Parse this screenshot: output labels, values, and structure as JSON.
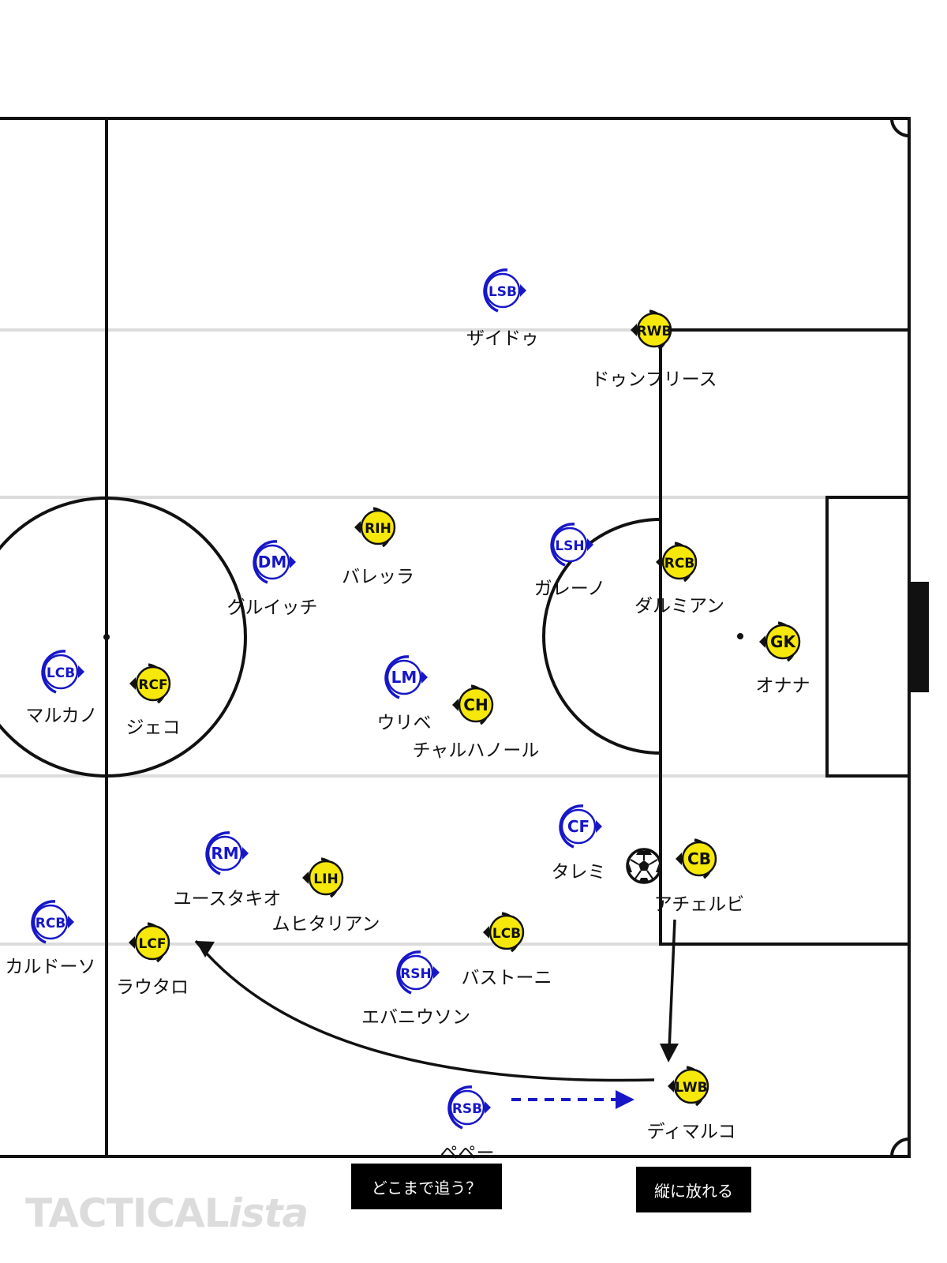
{
  "colors": {
    "blue": "#1717c8",
    "yellow": "#f5e80a",
    "line": "#111111",
    "lane": "#dcdcdc"
  },
  "players": [
    {
      "team": "blue",
      "role": "LSB",
      "name": "ザイドゥ"
    },
    {
      "team": "yellow",
      "role": "RWB",
      "name": "ドゥンフリース"
    },
    {
      "team": "yellow",
      "role": "RIH",
      "name": "バレッラ"
    },
    {
      "team": "blue",
      "role": "DM",
      "name": "グルイッチ"
    },
    {
      "team": "blue",
      "role": "LSH",
      "name": "ガレーノ"
    },
    {
      "team": "yellow",
      "role": "RCB",
      "name": "ダルミアン"
    },
    {
      "team": "yellow",
      "role": "GK",
      "name": "オナナ"
    },
    {
      "team": "blue",
      "role": "LCB",
      "name": "マルカノ"
    },
    {
      "team": "yellow",
      "role": "RCF",
      "name": "ジェコ"
    },
    {
      "team": "blue",
      "role": "LM",
      "name": "ウリベ"
    },
    {
      "team": "yellow",
      "role": "CH",
      "name": "チャルハノール"
    },
    {
      "team": "blue",
      "role": "CF",
      "name": "タレミ"
    },
    {
      "team": "yellow",
      "role": "CB",
      "name": "アチェルビ"
    },
    {
      "team": "blue",
      "role": "RM",
      "name": "ユースタキオ"
    },
    {
      "team": "yellow",
      "role": "LIH",
      "name": "ムヒタリアン"
    },
    {
      "team": "blue",
      "role": "RCB",
      "name": "カルドーソ"
    },
    {
      "team": "yellow",
      "role": "LCF",
      "name": "ラウタロ"
    },
    {
      "team": "yellow",
      "role": "LCB",
      "name": "バストーニ"
    },
    {
      "team": "blue",
      "role": "RSH",
      "name": "エバニウソン"
    },
    {
      "team": "yellow",
      "role": "LWB",
      "name": "ディマルコ"
    },
    {
      "team": "blue",
      "role": "RSB",
      "name": "ペペー"
    }
  ],
  "annotations": {
    "caption_1": "どこまで追う？",
    "caption_2": "縦に放れる"
  },
  "brand": {
    "main": "TACTICAL",
    "suffix": "ista"
  }
}
